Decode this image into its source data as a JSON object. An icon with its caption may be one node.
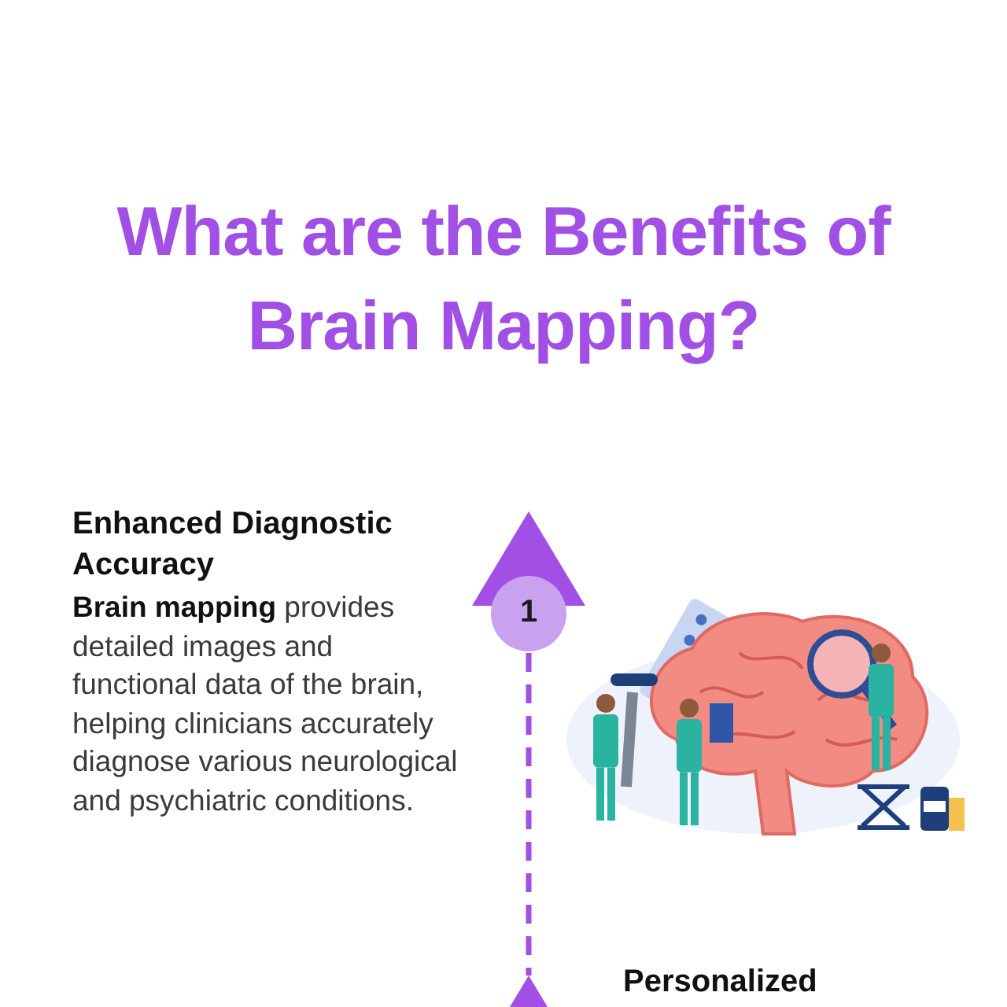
{
  "diagram": {
    "title": "What are the Benefits of Brain Mapping?",
    "nodes": [
      {
        "text": [
          "1"
        ]
      },
      {
        "text": [],
        "shape": "triangle"
      }
    ],
    "edges": [
      {
        "from": 0,
        "to": 1,
        "arrow": "none",
        "style": "dashed"
      }
    ],
    "labels": [
      "Enhanced Diagnostic Accuracy",
      "**Brain mapping** provides detailed images and functional data of the brain, helping clinicians accurately diagnose various neurological and psychiatric conditions.",
      "Personalized"
    ]
  }
}
